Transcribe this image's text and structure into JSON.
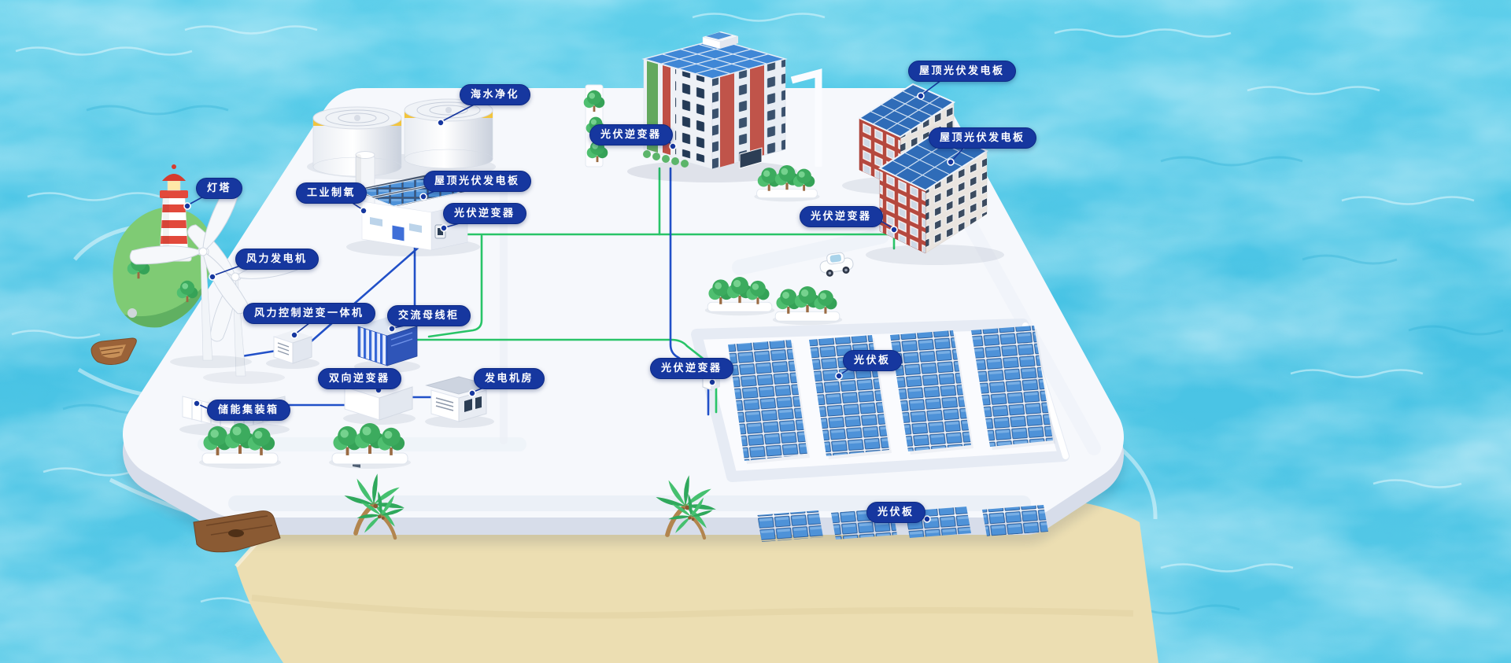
{
  "colors": {
    "water": "#46c2e4",
    "platform": "#f6f8fc",
    "sand": "#ecdeb2",
    "label_background": "#16379f",
    "label_text": "#ffffff",
    "pv_panel": "#4e92d8",
    "flow_line_green": "#29c468",
    "flow_line_blue": "#2150c8",
    "building_red": "#b5483e",
    "lighthouse_red": "#e2493b"
  },
  "labels": [
    {
      "id": "seawater-purification",
      "text": "海水净化"
    },
    {
      "id": "rooftop-pv-1",
      "text": "屋顶光伏发电板"
    },
    {
      "id": "pv-inverter-1",
      "text": "光伏逆变器"
    },
    {
      "id": "rooftop-pv-2",
      "text": "屋顶光伏发电板"
    },
    {
      "id": "lighthouse",
      "text": "灯塔"
    },
    {
      "id": "industrial-oxygen",
      "text": "工业制氧"
    },
    {
      "id": "rooftop-pv-3",
      "text": "屋顶光伏发电板"
    },
    {
      "id": "pv-inverter-2",
      "text": "光伏逆变器"
    },
    {
      "id": "pv-inverter-3",
      "text": "光伏逆变器"
    },
    {
      "id": "wind-turbine",
      "text": "风力发电机"
    },
    {
      "id": "wind-control-inverter",
      "text": "风力控制逆变一体机"
    },
    {
      "id": "ac-busbar-cabinet",
      "text": "交流母线柜"
    },
    {
      "id": "bidirectional-inverter",
      "text": "双向逆变器"
    },
    {
      "id": "generator-room",
      "text": "发电机房"
    },
    {
      "id": "pv-inverter-4",
      "text": "光伏逆变器"
    },
    {
      "id": "pv-panels-1",
      "text": "光伏板"
    },
    {
      "id": "storage-container",
      "text": "储能集装箱"
    },
    {
      "id": "pv-panels-2",
      "text": "光伏板"
    }
  ]
}
